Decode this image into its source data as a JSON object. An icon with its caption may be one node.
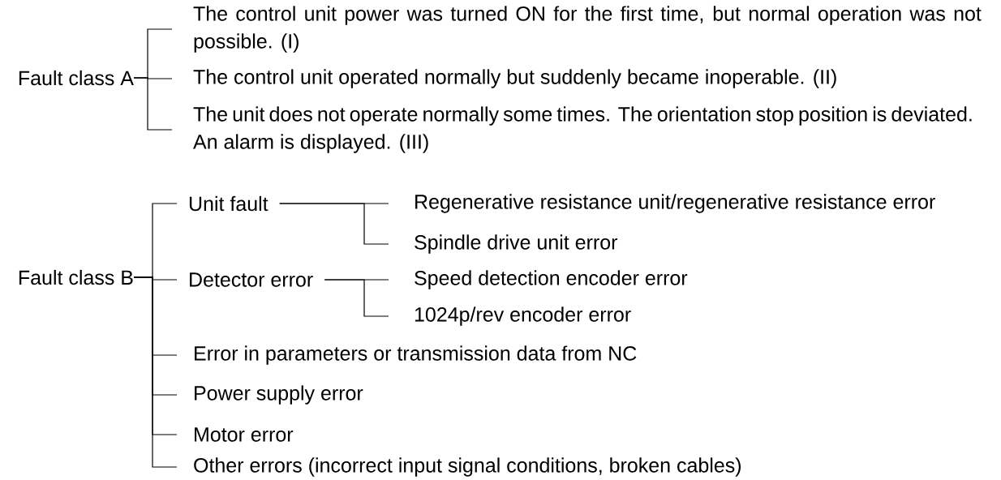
{
  "diagram": {
    "nodes": [
      {
        "text": [
          "Fault class A"
        ]
      },
      {
        "text": [
          "The control unit power was turned ON for the first time, but normal operation was not possible. (I)"
        ]
      },
      {
        "text": [
          "The control unit operated normally but suddenly became inoperable. (II)"
        ]
      },
      {
        "text": [
          "The unit does not operate normally some times. The orientation stop position is deviated. An alarm is displayed. (III)"
        ]
      },
      {
        "text": [
          "Fault class B"
        ]
      },
      {
        "text": [
          "Unit fault"
        ]
      },
      {
        "text": [
          "Regenerative resistance unit/regenerative resistance error"
        ]
      },
      {
        "text": [
          "Spindle drive unit error"
        ]
      },
      {
        "text": [
          "Detector error"
        ]
      },
      {
        "text": [
          "Speed detection encoder error"
        ]
      },
      {
        "text": [
          "1024p/rev encoder error"
        ]
      },
      {
        "text": [
          "Error in parameters or transmission data from NC"
        ]
      },
      {
        "text": [
          "Power supply error"
        ]
      },
      {
        "text": [
          "Motor error"
        ]
      },
      {
        "text": [
          "Other errors (incorrect input signal conditions, broken cables)"
        ]
      }
    ],
    "edges": [
      {
        "from": 0,
        "to": 1,
        "arrow": "none"
      },
      {
        "from": 0,
        "to": 2,
        "arrow": "none"
      },
      {
        "from": 0,
        "to": 3,
        "arrow": "none"
      },
      {
        "from": 4,
        "to": 5,
        "arrow": "none"
      },
      {
        "from": 4,
        "to": 8,
        "arrow": "none"
      },
      {
        "from": 4,
        "to": 11,
        "arrow": "none"
      },
      {
        "from": 4,
        "to": 12,
        "arrow": "none"
      },
      {
        "from": 4,
        "to": 13,
        "arrow": "none"
      },
      {
        "from": 4,
        "to": 14,
        "arrow": "none"
      },
      {
        "from": 5,
        "to": 6,
        "arrow": "none"
      },
      {
        "from": 5,
        "to": 7,
        "arrow": "none"
      },
      {
        "from": 8,
        "to": 9,
        "arrow": "none"
      },
      {
        "from": 8,
        "to": 10,
        "arrow": "none"
      }
    ]
  }
}
